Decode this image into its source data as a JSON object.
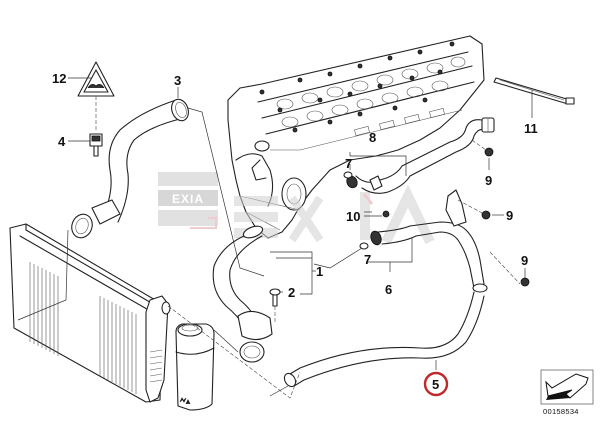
{
  "diagram": {
    "title": "Cooling system water hoses",
    "part_number": "00158534",
    "highlighted_callout": "5",
    "highlight_color": "#c0282a",
    "watermark": {
      "text": "EXIA",
      "accent_color": "#e3a3a8"
    },
    "callouts": [
      {
        "id": "1",
        "label": "1",
        "part": "hose-1"
      },
      {
        "id": "2",
        "label": "2",
        "part": "screw-2"
      },
      {
        "id": "3",
        "label": "3",
        "part": "hose-3"
      },
      {
        "id": "4",
        "label": "4",
        "part": "temperature-sensor-4"
      },
      {
        "id": "5",
        "label": "5",
        "part": "hose-5"
      },
      {
        "id": "6",
        "label": "6",
        "part": "hose-6"
      },
      {
        "id": "7a",
        "label": "7",
        "part": "o-ring-7-upper"
      },
      {
        "id": "7b",
        "label": "7",
        "part": "o-ring-7-lower"
      },
      {
        "id": "8",
        "label": "8",
        "part": "hose-8"
      },
      {
        "id": "9a",
        "label": "9",
        "part": "bolt-9-upper"
      },
      {
        "id": "9b",
        "label": "9",
        "part": "bolt-9-middle"
      },
      {
        "id": "9c",
        "label": "9",
        "part": "bolt-9-lower"
      },
      {
        "id": "10",
        "label": "10",
        "part": "nut-10"
      },
      {
        "id": "11",
        "label": "11",
        "part": "cable-tie-11"
      },
      {
        "id": "12",
        "label": "12",
        "part": "warning-label-12"
      }
    ]
  }
}
